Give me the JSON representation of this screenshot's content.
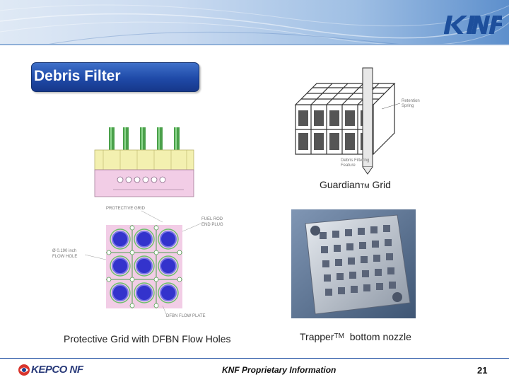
{
  "title": "Debris Filter",
  "logo_text": "KNF",
  "captions": {
    "guardian_prefix": "Guardian",
    "guardian_tm": "TM",
    "guardian_suffix": " Grid",
    "trapper_prefix": "Trapper",
    "trapper_tm": "TM",
    "trapper_suffix": "  bottom nozzle",
    "protective": "Protective Grid with DFBN Flow Holes"
  },
  "diagram_labels": {
    "protective_grid": "PROTECTIVE GRID",
    "fuel_rod_end_plug_1": "FUEL ROD",
    "fuel_rod_end_plug_2": "END PLUG",
    "flow_hole_1": "Ø 0.190 inch",
    "flow_hole_2": "FLOW HOLE",
    "dfbn_flow_plate": "DFBN FLOW PLATE"
  },
  "guardian_labels": {
    "retention_spring_1": "Retention",
    "retention_spring_2": "Spring",
    "debris_feature_1": "Debris Filtering",
    "debris_feature_2": "Feature"
  },
  "footer": {
    "company": "KEPCO NF",
    "proprietary": "KNF Proprietary Information",
    "page": "21"
  },
  "colors": {
    "title_bg": "#1f4aa8",
    "banner": "#9fbfe4",
    "rod_green": "#4aa04a",
    "nozzle_pink": "#f2cde6",
    "grid_yellow": "#f3f0b0",
    "circle_blue": "#3333cc"
  }
}
